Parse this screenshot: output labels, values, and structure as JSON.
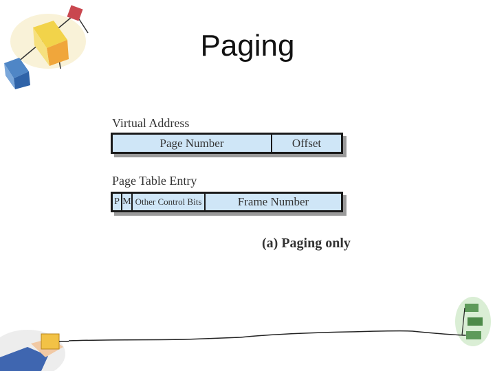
{
  "slide": {
    "title": "Paging"
  },
  "diagram": {
    "virtual_address": {
      "label": "Virtual Address",
      "fields": [
        "Page Number",
        "Offset"
      ]
    },
    "page_table_entry": {
      "label": "Page Table Entry",
      "fields": [
        "P",
        "M",
        "Other Control Bits",
        "Frame Number"
      ]
    },
    "caption": "(a) Paging only"
  },
  "colors": {
    "register_fill": "#cfe6f7",
    "border": "#1a1a1a",
    "shadow": "#9a9a9a"
  }
}
